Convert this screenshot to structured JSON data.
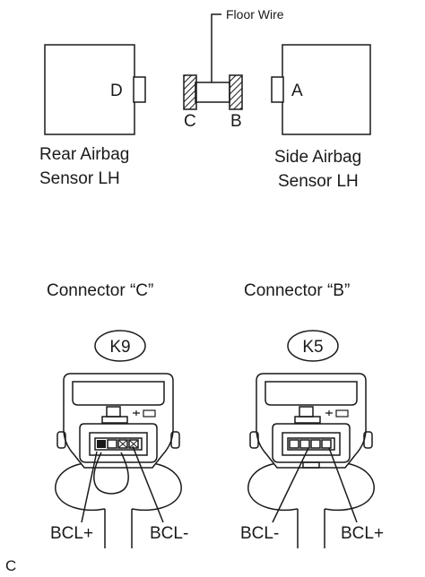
{
  "title": "",
  "floor_wire_label": "Floor Wire",
  "top_diagram": {
    "rear_sensor": {
      "name_line1": "Rear Airbag",
      "name_line2": "Sensor LH",
      "connector_letter": "D"
    },
    "side_sensor": {
      "name_line1": "Side Airbag",
      "name_line2": "Sensor LH",
      "connector_letter": "A"
    },
    "wire_end_left": "C",
    "wire_end_right": "B"
  },
  "connectors": [
    {
      "caption": "Connector “C”",
      "code": "K9",
      "pin_left": "BCL+",
      "pin_right": "BCL-"
    },
    {
      "caption": "Connector “B”",
      "code": "K5",
      "pin_left": "BCL-",
      "pin_right": "BCL+"
    }
  ],
  "figure_code": "C",
  "colors": {
    "line": "#1a1a1a",
    "background": "#ffffff"
  }
}
